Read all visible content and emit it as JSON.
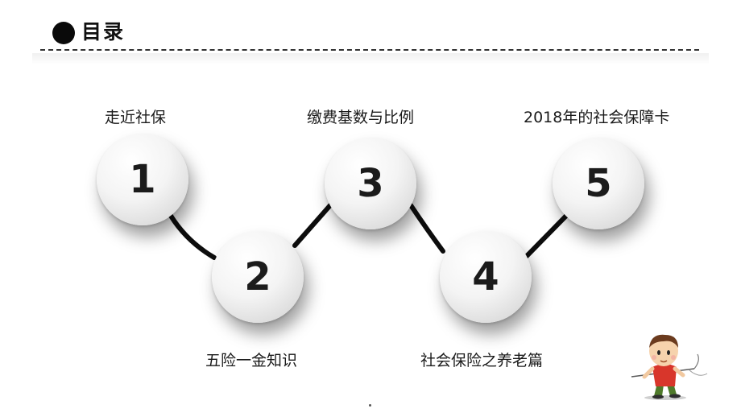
{
  "header": {
    "title": "目录"
  },
  "items": [
    {
      "number": "1",
      "label": "走近社保"
    },
    {
      "number": "2",
      "label": "五险一金知识"
    },
    {
      "number": "3",
      "label": "缴费基数与比例"
    },
    {
      "number": "4",
      "label": "社会保险之养老篇"
    },
    {
      "number": "5",
      "label": "2018年的社会保障卡"
    }
  ],
  "colors": {
    "accent": "#0a0a0a",
    "text": "#1a1a1a",
    "connector": "#0d0d0d"
  },
  "icons": {
    "bullet": "black-circle-icon",
    "mascot": "kid-with-umbrella-illustration"
  }
}
